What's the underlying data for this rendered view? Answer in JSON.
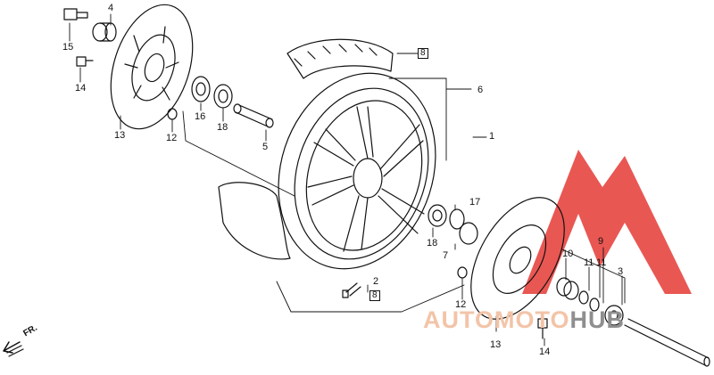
{
  "callouts": {
    "c4": "4",
    "c15": "15",
    "c14a": "14",
    "c13a": "13",
    "c12a": "12",
    "c16": "16",
    "c18a": "18",
    "c5": "5",
    "c8a": "8",
    "c6": "6",
    "c1": "1",
    "c17": "17",
    "c18b": "18",
    "c7": "7",
    "c2": "2",
    "c8b": "8",
    "c12b": "12",
    "c10": "10",
    "c9": "9",
    "c11a": "11",
    "c11b": "11",
    "c3": "3",
    "c13b": "13",
    "c14b": "14"
  },
  "direction_label": "FR.",
  "watermark": {
    "part1": "AUTOMOTO",
    "part2": "HUB",
    "color_mark": "#e53935",
    "color_text": "#8f8f8f"
  }
}
